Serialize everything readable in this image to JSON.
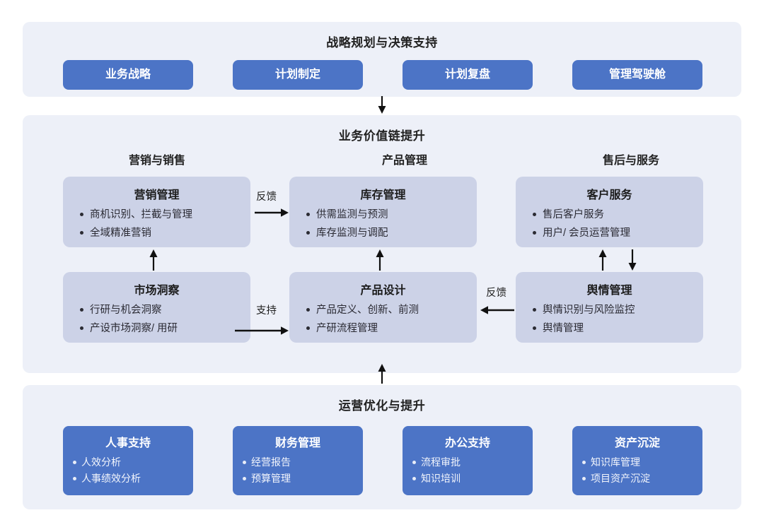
{
  "diagram": {
    "title_semantic": "enterprise-digital-capability-map"
  },
  "strategy": {
    "title": "战略规划与决策支持",
    "cards": [
      {
        "label": "业务战略"
      },
      {
        "label": "计划制定"
      },
      {
        "label": "计划复盘"
      },
      {
        "label": "管理驾驶舱"
      }
    ]
  },
  "value_chain": {
    "title": "业务价值链提升",
    "columns": [
      {
        "label": "营销与销售"
      },
      {
        "label": "产品管理"
      },
      {
        "label": "售后与服务"
      }
    ],
    "cards": [
      {
        "key": "marketing",
        "title": "营销管理",
        "items": [
          "商机识别、拦截与管理",
          "全域精准营销"
        ]
      },
      {
        "key": "inventory",
        "title": "库存管理",
        "items": [
          "供需监测与预测",
          "库存监测与调配"
        ]
      },
      {
        "key": "customer",
        "title": "客户服务",
        "items": [
          "售后客户服务",
          "用户/ 会员运营管理"
        ]
      },
      {
        "key": "insight",
        "title": "市场洞察",
        "items": [
          "行研与机会洞察",
          "产设市场洞察/ 用研"
        ]
      },
      {
        "key": "design",
        "title": "产品设计",
        "items": [
          "产品定义、创新、前测",
          "产研流程管理"
        ]
      },
      {
        "key": "opinion",
        "title": "舆情管理",
        "items": [
          "舆情识别与风险监控",
          "舆情管理"
        ]
      }
    ],
    "arrow_labels": {
      "feedback_top": "反馈",
      "feedback_right": "反馈",
      "support": "支持"
    }
  },
  "operations": {
    "title": "运营优化与提升",
    "cards": [
      {
        "title": "人事支持",
        "items": [
          "人效分析",
          "人事绩效分析"
        ]
      },
      {
        "title": "财务管理",
        "items": [
          "经营报告",
          "预算管理"
        ]
      },
      {
        "title": "办公支持",
        "items": [
          "流程审批",
          "知识培训"
        ]
      },
      {
        "title": "资产沉淀",
        "items": [
          "知识库管理",
          "项目资产沉淀"
        ]
      }
    ]
  },
  "colors": {
    "panel_bg": "#edf0f8",
    "blue_card": "#4c74c6",
    "grey_card": "#ccd2e7",
    "text_dark": "#1a1a1a",
    "arrow": "#111111"
  }
}
